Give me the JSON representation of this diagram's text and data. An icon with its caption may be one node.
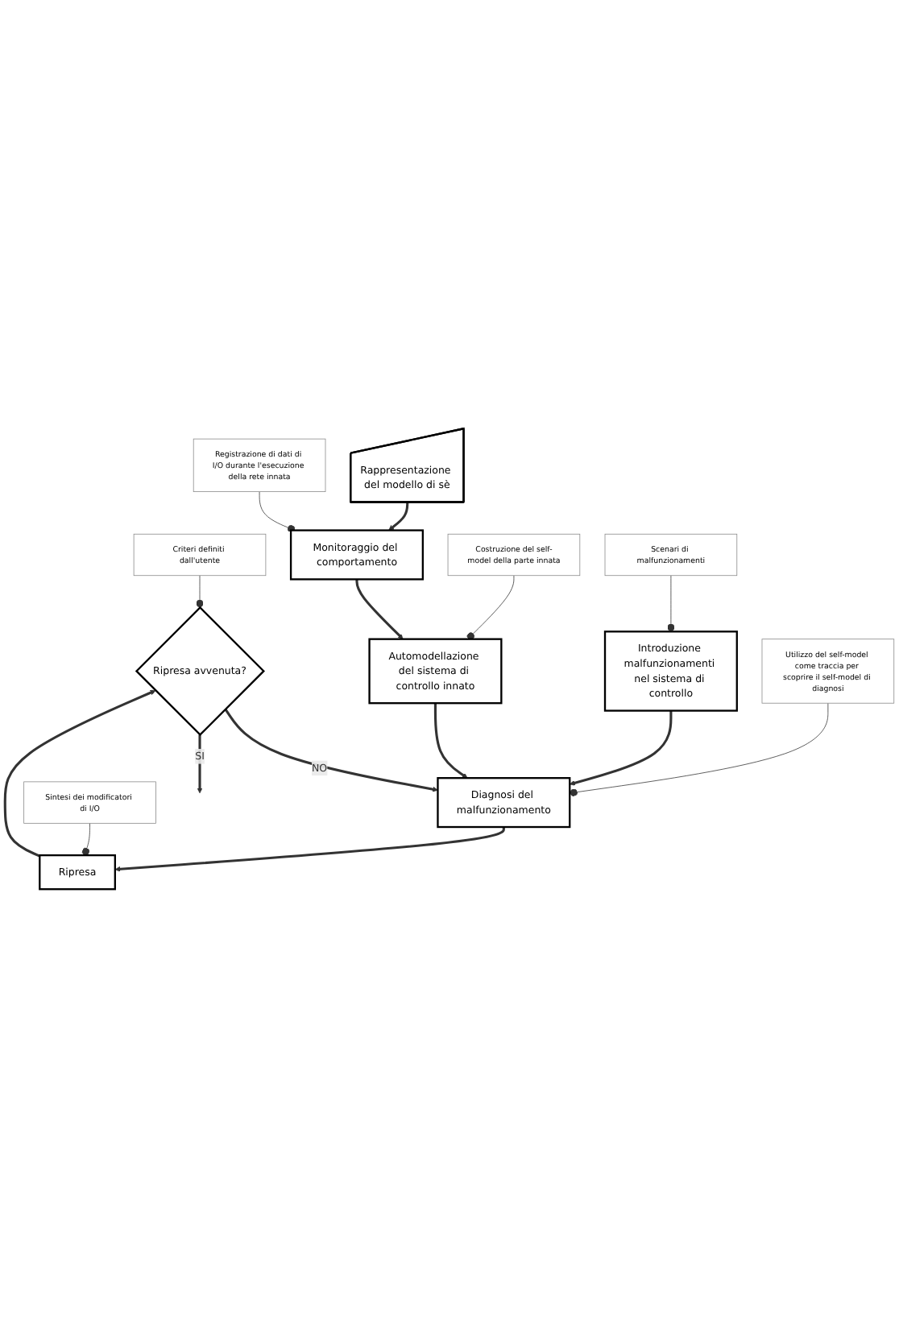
{
  "diagram": {
    "nodes": [
      {
        "text": [
          "Rappresentazione del modello di sè"
        ]
      },
      {
        "text": [
          "Registrazione di dati di I/O durante l'esecuzione della rete innata"
        ]
      },
      {
        "text": [
          "Costruzione del self-model della parte innata"
        ]
      },
      {
        "text": [
          "Monitoraggio del comportamento"
        ]
      },
      {
        "text": [
          "Scenari di malfunzionamenti"
        ]
      },
      {
        "text": [
          "Automodellazione del sistema di controllo innato"
        ]
      },
      {
        "text": [
          "Introduzione malfunzionamenti nel sistema di controllo"
        ]
      },
      {
        "text": [
          "Diagnosi del malfunzionamento"
        ]
      },
      {
        "text": [
          "Utilizzo del self-model come traccia per scoprire il self-model di diagnosi"
        ]
      },
      {
        "text": [
          "Ripresa"
        ]
      },
      {
        "text": [
          "Sintesi dei modificatori di I/O"
        ]
      },
      {
        "text": [
          "Ripresa avvenuta?"
        ]
      },
      {
        "text": [
          "Criteri definiti dall'utente"
        ]
      }
    ],
    "edges": [
      {
        "from": 0,
        "to": 3,
        "arrow": "to"
      },
      {
        "from": 3,
        "to": 5,
        "arrow": "to"
      },
      {
        "from": 5,
        "to": 7,
        "arrow": "to"
      },
      {
        "from": 6,
        "to": 7,
        "arrow": "to"
      },
      {
        "from": 7,
        "to": 9,
        "arrow": "to"
      },
      {
        "from": 9,
        "to": 11,
        "arrow": "to"
      },
      {
        "from": 11,
        "to": 7,
        "arrow": "to",
        "label": "NO"
      },
      {
        "from": 11,
        "to": null,
        "arrow": "to",
        "label": "SI"
      },
      {
        "from": 1,
        "to": 3,
        "arrow": "other"
      },
      {
        "from": 2,
        "to": 5,
        "arrow": "other"
      },
      {
        "from": 4,
        "to": 6,
        "arrow": "other"
      },
      {
        "from": 8,
        "to": 7,
        "arrow": "other"
      },
      {
        "from": 10,
        "to": 9,
        "arrow": "other"
      },
      {
        "from": 12,
        "to": 11,
        "arrow": "other"
      }
    ]
  }
}
